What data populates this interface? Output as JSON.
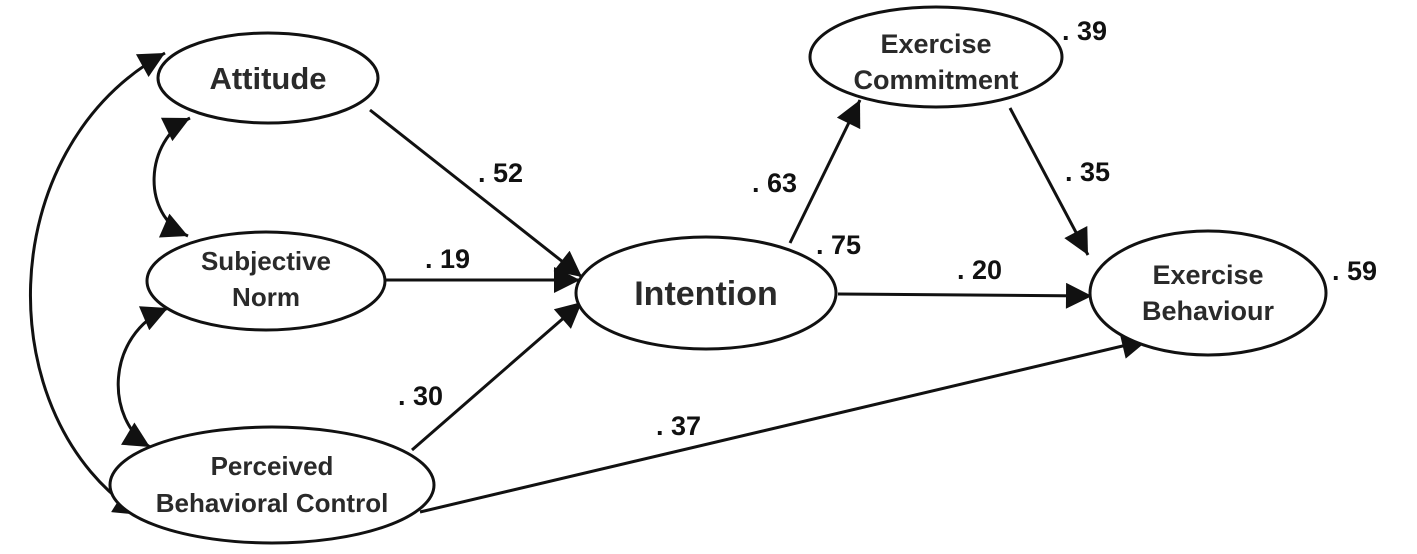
{
  "nodes": {
    "attitude": {
      "lines": [
        "Attitude"
      ]
    },
    "subjective_norm": {
      "lines": [
        "Subjective",
        "Norm"
      ]
    },
    "pbc": {
      "lines": [
        "Perceived",
        "Behavioral Control"
      ]
    },
    "intention": {
      "lines": [
        "Intention"
      ]
    },
    "exercise_commitment": {
      "lines": [
        "Exercise",
        "Commitment"
      ]
    },
    "exercise_behaviour": {
      "lines": [
        "Exercise",
        "Behaviour"
      ]
    }
  },
  "paths": {
    "attitude_to_intention": ". 52",
    "subjective_norm_to_intention": ". 19",
    "pbc_to_intention": ". 30",
    "intention_to_commitment": ". 63",
    "intention_to_behaviour": ". 20",
    "commitment_to_behaviour": ". 35",
    "pbc_to_behaviour": ". 37"
  },
  "variance_explained": {
    "intention": ". 75",
    "exercise_commitment": ". 39",
    "exercise_behaviour": ". 59"
  }
}
